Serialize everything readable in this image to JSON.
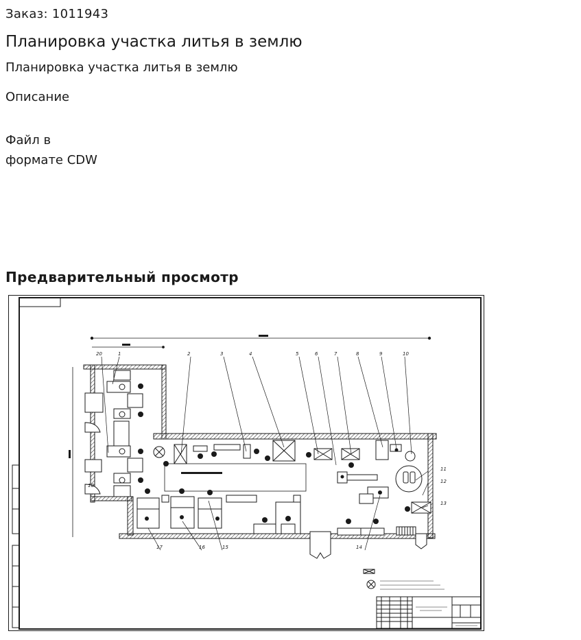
{
  "order": {
    "text": "Заказ: 1011943"
  },
  "title": "Планировка участка литья в землю",
  "subtitle": "Планировка участка литья в землю",
  "description_heading": "Описание",
  "file_line1": "Файл в",
  "file_line2": "формате CDW",
  "preview_heading": "Предварительный просмотр",
  "drawing": {
    "callouts": [
      "20",
      "1",
      "2",
      "3",
      "4",
      "5",
      "6",
      "7",
      "8",
      "9",
      "10",
      "11",
      "12",
      "13",
      "14",
      "15",
      "16",
      "17",
      "18"
    ],
    "colors": {
      "line": "#1a1a1a",
      "paper": "#ffffff"
    }
  }
}
